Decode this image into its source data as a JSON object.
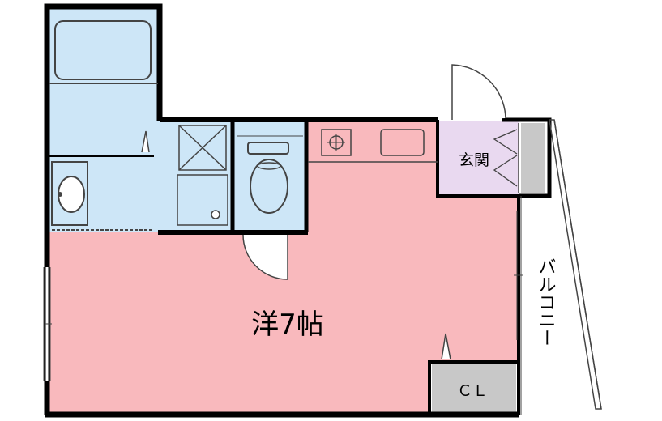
{
  "rooms": {
    "western_room": "洋7帖",
    "entrance": "玄関",
    "closet": "ＣＬ",
    "balcony": "バルコニー"
  },
  "colors": {
    "room_pink": "#f9b9bd",
    "water_blue": "#cde6f7",
    "entrance_lavender": "#e9d9f0",
    "storage_gray": "#c8c8c8",
    "wall": "#000000"
  }
}
